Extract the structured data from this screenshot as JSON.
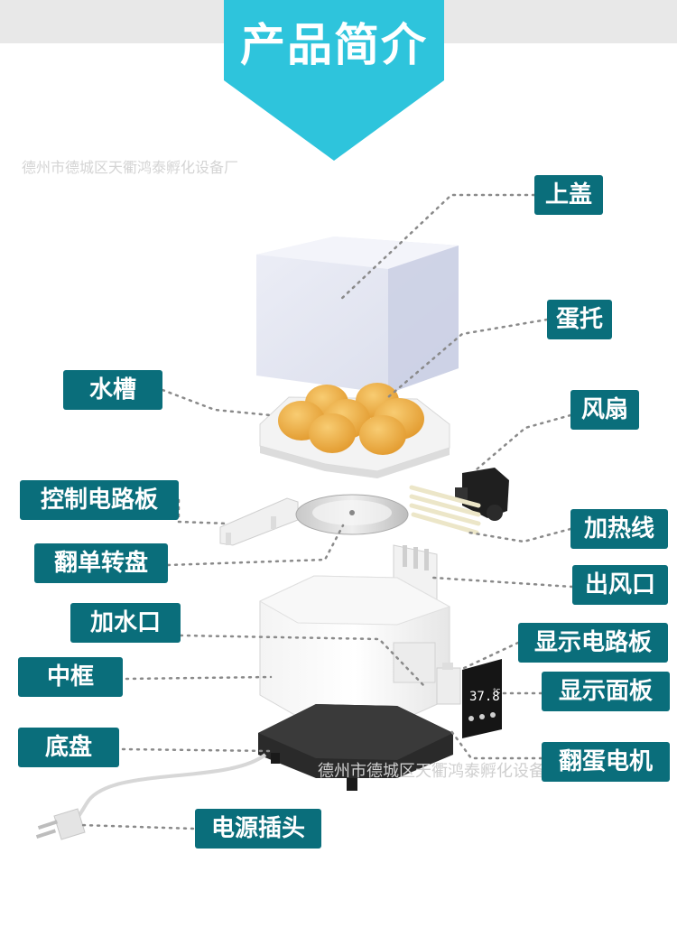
{
  "title": "产品简介",
  "watermark": "德州市德城区天衢鸿泰孵化设备厂",
  "display": {
    "reading": "37.8",
    "unit": "°C"
  },
  "colors": {
    "banner": "#2ec4dc",
    "label_bg": "#0a6e7b",
    "label_text": "#ffffff",
    "egg": "#f0b04a"
  },
  "labels": {
    "top_lid": "上盖",
    "egg_tray": "蛋托",
    "water_tank": "水槽",
    "fan": "风扇",
    "control_board": "控制电路板",
    "heating_wire": "加热线",
    "turning_disc": "翻单转盘",
    "air_outlet": "出风口",
    "water_inlet": "加水口",
    "display_board": "显示电路板",
    "middle_frame": "中框",
    "display_panel": "显示面板",
    "base": "底盘",
    "egg_motor": "翻蛋电机",
    "power_plug": "电源插头"
  }
}
